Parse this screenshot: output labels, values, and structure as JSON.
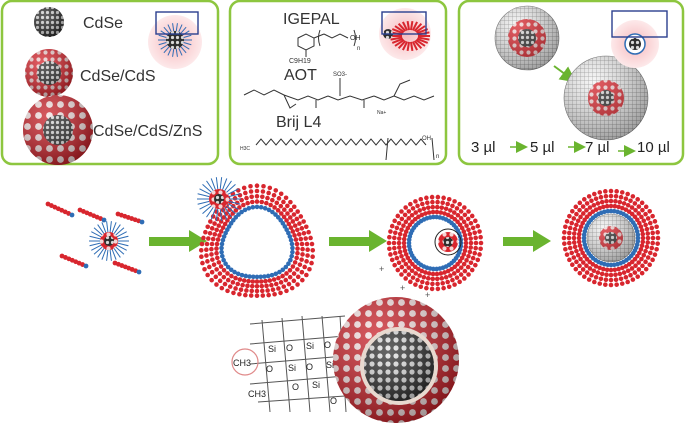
{
  "panels": {
    "cores": {
      "labels": [
        "CdSe",
        "CdSe/CdS",
        "CdSe/CdS/ZnS"
      ]
    },
    "surfactants": {
      "names": [
        "IGEPAL",
        "AOT",
        "Brij L4"
      ],
      "igepal_chain": "C9H19",
      "igepal_oh": "OH",
      "igepal_repeat": "n",
      "aot_sulfonate": "SO3-",
      "aot_counterion": "Na+",
      "brij_end": "H3C",
      "brij_oh": "OH",
      "brij_repeat": "n"
    },
    "volumes": {
      "steps": [
        "3 µl",
        "5 µl",
        "7 µl",
        "10 µl"
      ]
    }
  },
  "process_row": {
    "stage_count": 4
  },
  "silica_detail": {
    "group_label": "CH3",
    "atoms": [
      "Si",
      "O"
    ]
  },
  "colors": {
    "panel_border": "#8dc63f",
    "flow_arrow": "#6ab42f",
    "surfactant_head": "#2f6db5",
    "surfactant_tail": "#d8262e",
    "core": "#5a5a5a",
    "shell": "#d8262e",
    "silica_grid": "#555555"
  }
}
